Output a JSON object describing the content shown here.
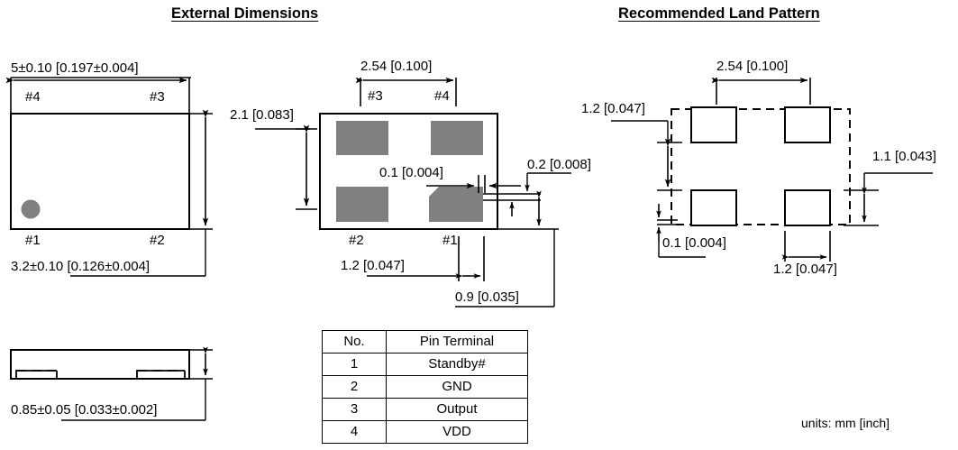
{
  "page": {
    "units_note": "units:  mm [inch]"
  },
  "sections": {
    "external": {
      "title": "External Dimensions"
    },
    "land": {
      "title": "Recommended Land Pattern"
    }
  },
  "top_view": {
    "width_dim": "5±0.10 [0.197±0.004]",
    "height_dim": "3.2±0.10 [0.126±0.004]",
    "pin_marks": {
      "top_left": "#4",
      "top_right": "#3",
      "bottom_left": "#1",
      "bottom_right": "#2"
    },
    "dot_color": "#808080"
  },
  "bottom_view": {
    "pitch_dim": "2.54 [0.100]",
    "pad_height_dim": "2.1 [0.083]",
    "gap_dim": "0.1 [0.004]",
    "edge_dim": "0.2 [0.008]",
    "offset_dim": "1.2 [0.047]",
    "pad_width_dim": "0.9 [0.035]",
    "pin_marks": {
      "top_left": "#3",
      "top_right": "#4",
      "bottom_left": "#2",
      "bottom_right": "#1"
    },
    "pad_color": "#808080"
  },
  "side_view": {
    "thickness_dim": "0.85±0.05 [0.033±0.002]"
  },
  "land_pattern": {
    "pitch_dim": "2.54 [0.100]",
    "top_left_dim": "1.2 [0.047]",
    "gap_dim": "0.1 [0.004]",
    "right_dim": "1.1 [0.043]",
    "pad_width_dim": "1.2 [0.047]"
  },
  "pin_table": {
    "headers": [
      "No.",
      "Pin Terminal"
    ],
    "rows": [
      [
        "1",
        "Standby#"
      ],
      [
        "2",
        "GND"
      ],
      [
        "3",
        "Output"
      ],
      [
        "4",
        "VDD"
      ]
    ]
  }
}
